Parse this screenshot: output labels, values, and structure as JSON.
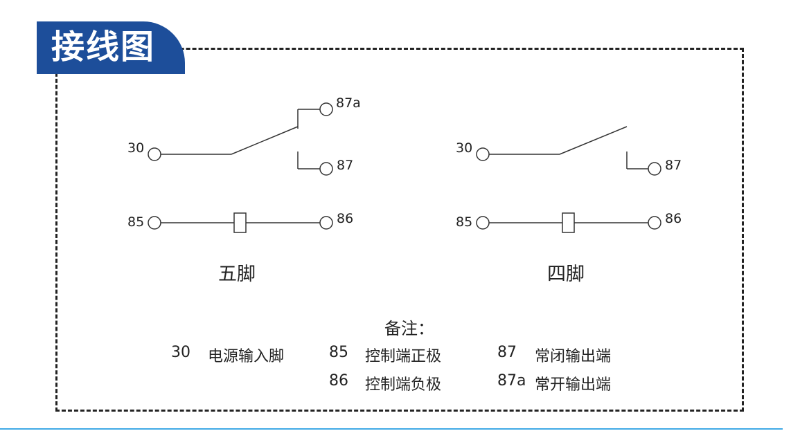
{
  "title": "接线图",
  "five_pin": {
    "caption": "五脚",
    "pins": {
      "p30": "30",
      "p87a": "87a",
      "p87": "87",
      "p85": "85",
      "p86": "86"
    }
  },
  "four_pin": {
    "caption": "四脚",
    "pins": {
      "p30": "30",
      "p87": "87",
      "p85": "85",
      "p86": "86"
    }
  },
  "notes": {
    "title": "备注：",
    "items": [
      {
        "pin": "30",
        "desc": "电源输入脚"
      },
      {
        "pin": "85",
        "desc": "控制端正极"
      },
      {
        "pin": "87",
        "desc": "常闭输出端"
      },
      {
        "pin": "86",
        "desc": "控制端负极"
      },
      {
        "pin": "87a",
        "desc": "常开输出端"
      }
    ]
  },
  "colors": {
    "accent": "#1d4e9a",
    "line": "#3fa9e6",
    "ink": "#222222"
  }
}
